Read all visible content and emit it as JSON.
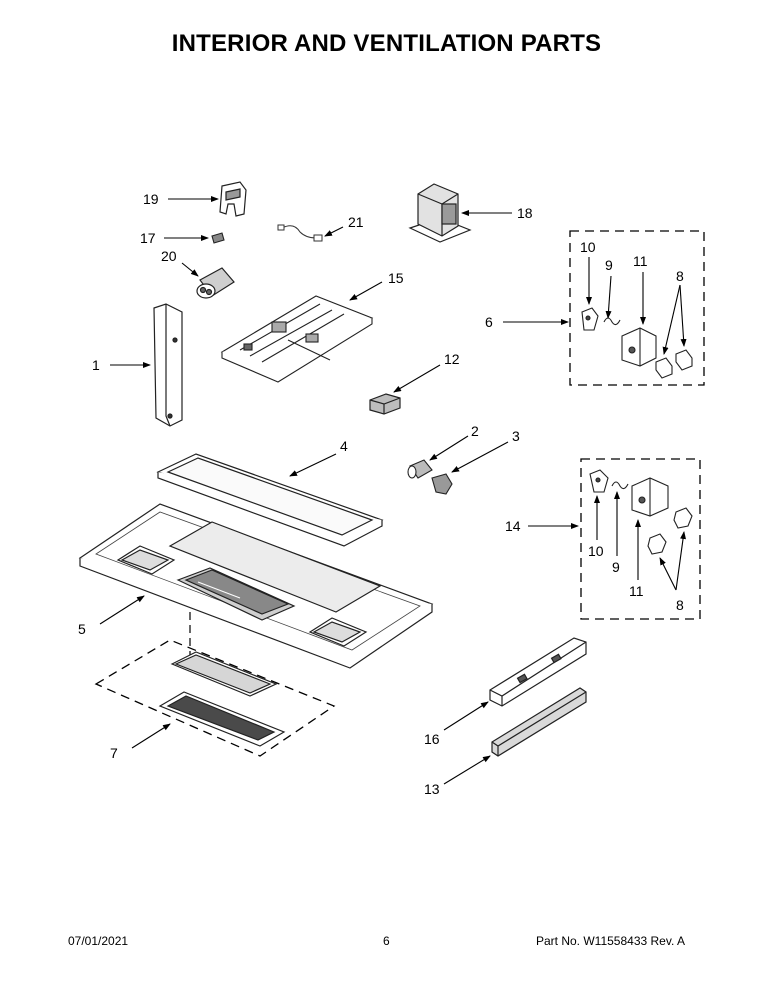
{
  "title": "INTERIOR AND VENTILATION PARTS",
  "callouts": {
    "c19": "19",
    "c17": "17",
    "c20": "20",
    "c21": "21",
    "c18": "18",
    "c15": "15",
    "c1": "1",
    "c12": "12",
    "c6": "6",
    "c10a": "10",
    "c9a": "9",
    "c11a": "11",
    "c8a": "8",
    "c4": "4",
    "c2": "2",
    "c3": "3",
    "c14": "14",
    "c10b": "10",
    "c9b": "9",
    "c11b": "11",
    "c8b": "8",
    "c5": "5",
    "c7": "7",
    "c16": "16",
    "c13": "13"
  },
  "footer": {
    "date": "07/01/2021",
    "page": "6",
    "part_no": "Part No.  W11558433  Rev.  A"
  }
}
